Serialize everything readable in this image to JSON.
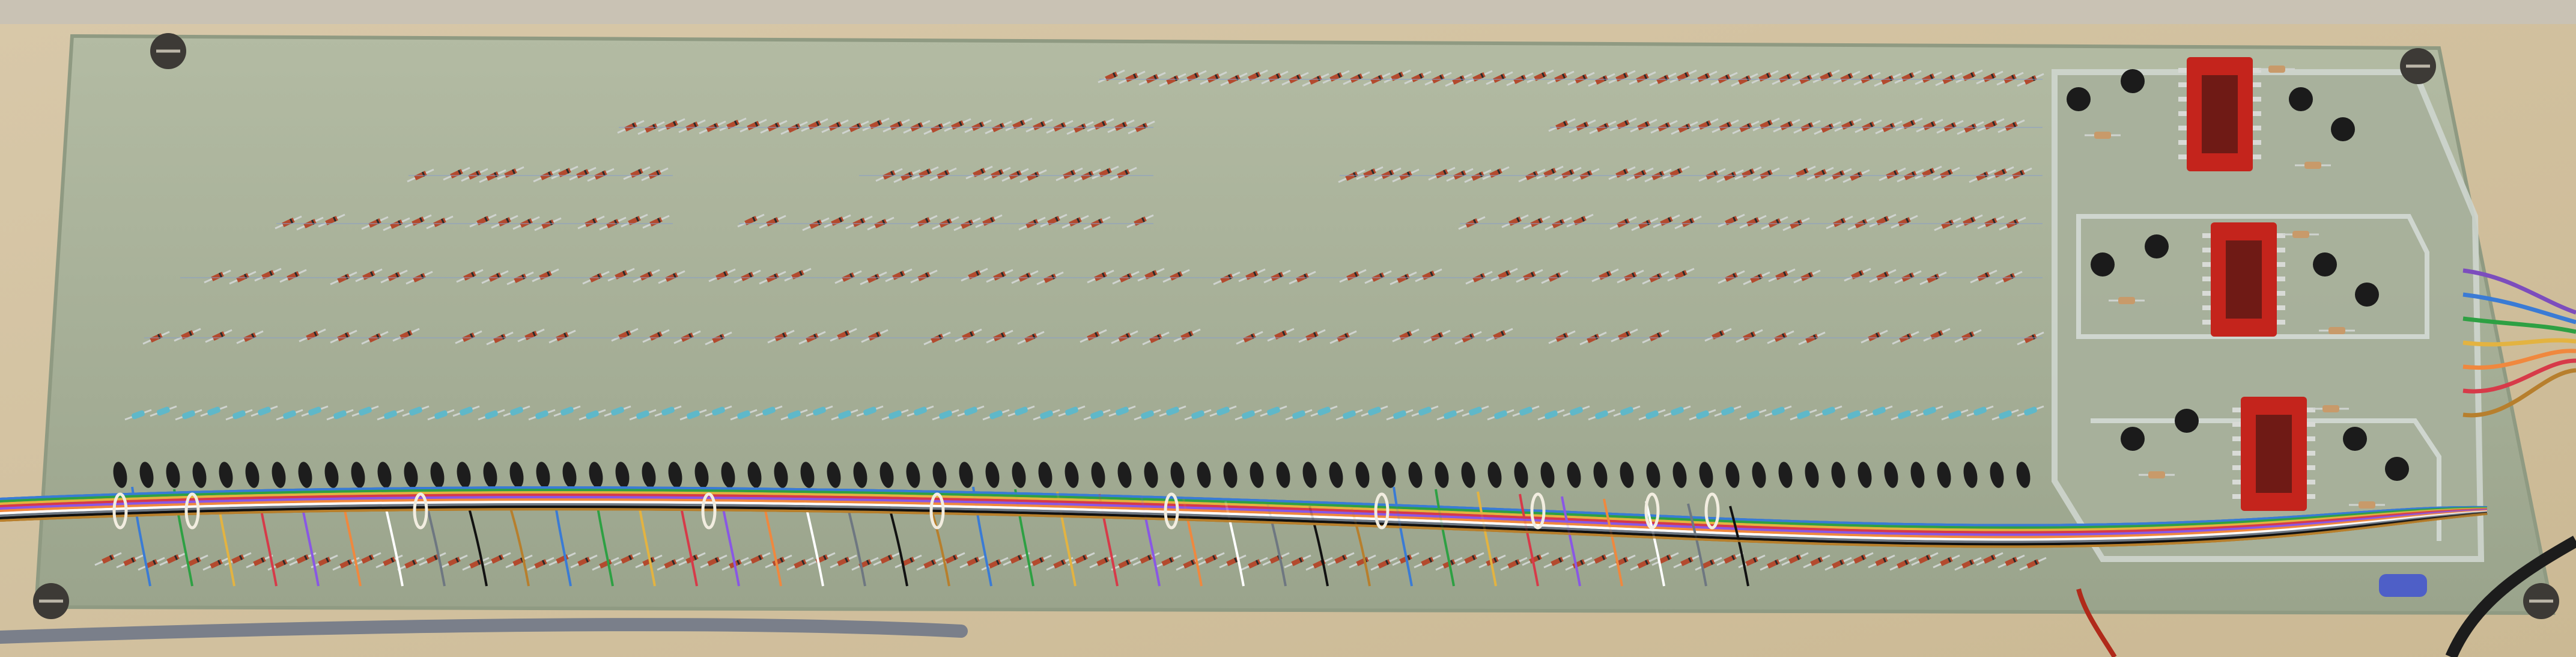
{
  "scene": {
    "title": "",
    "colors": {
      "background": "#d9c9ad",
      "board": "#a9b39a",
      "board_edge": "#8f9a82",
      "diode_body": "#b34a2e",
      "diode_band": "#2a2a2a",
      "lead": "#cfd3cf",
      "resistor_body": "#5fb8c9",
      "capacitor_body": "#1d1d1d",
      "ic_body": "#c4241c",
      "transistor_body": "#1b1b1b",
      "trace": "#b8c0bb",
      "wire_colors": [
        "#3a7bd5",
        "#2ea043",
        "#e3b341",
        "#d73a49",
        "#8957e5",
        "#f0883e",
        "#ffffff",
        "#6e7781",
        "#111111",
        "#b77f2d"
      ]
    },
    "objects": [
      {
        "name": "diode-matrix",
        "icon": "diode-icon"
      },
      {
        "name": "resistor-row",
        "icon": "resistor-icon"
      },
      {
        "name": "capacitor-row",
        "icon": "capacitor-icon"
      },
      {
        "name": "ic-chip",
        "icon": "ic-chip-icon",
        "count": 3
      },
      {
        "name": "wire-harness",
        "icon": "wire-bundle-icon"
      },
      {
        "name": "mounting-screw",
        "icon": "screw-icon",
        "count": 4
      }
    ]
  },
  "board_text": {
    "line1": "",
    "line2": "",
    "line3": ""
  }
}
